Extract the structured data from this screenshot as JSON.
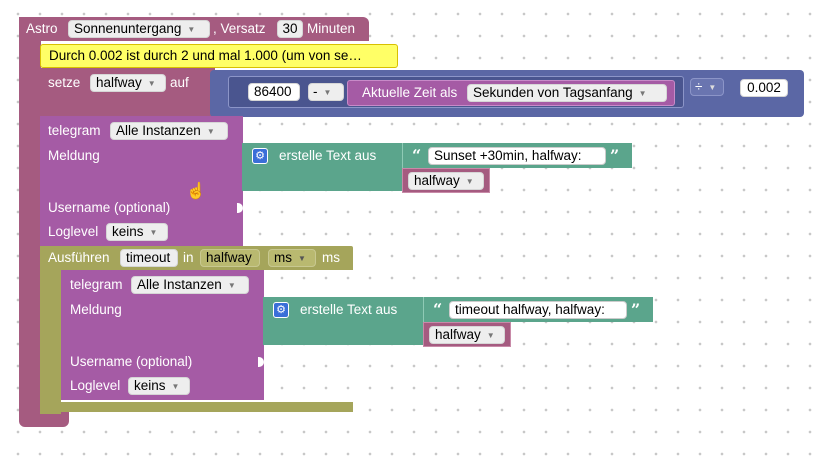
{
  "astro": {
    "label": "Astro",
    "event": "Sonnenuntergang",
    "offset_label": ", Versatz",
    "offset_value": "30",
    "unit": "Minuten"
  },
  "comment": {
    "text": "Durch 0.002 ist durch 2 und mal 1.000 (um von se…"
  },
  "set_block": {
    "label": "setze",
    "variable": "halfway",
    "to_label": "auf",
    "number": "86400",
    "minus_op": "-",
    "time_label": "Aktuelle Zeit als",
    "time_mode": "Sekunden von Tagsanfang",
    "divide_op": "÷",
    "divisor": "0.002"
  },
  "telegram1": {
    "label": "telegram",
    "instance": "Alle Instanzen",
    "message_label": "Meldung",
    "text_join_label": "erstelle Text aus",
    "text_value": "Sunset +30min, halfway:",
    "variable": "halfway",
    "username_label": "Username (optional)",
    "loglevel_label": "Loglevel",
    "loglevel_value": "keins"
  },
  "timeout": {
    "label": "Ausführen",
    "name": "timeout",
    "in_label": "in",
    "delay_var": "halfway",
    "unit_dropdown": "ms",
    "unit_label": "ms"
  },
  "telegram2": {
    "label": "telegram",
    "instance": "Alle Instanzen",
    "message_label": "Meldung",
    "text_join_label": "erstelle Text aus",
    "text_value": "timeout halfway, halfway:",
    "variable": "halfway",
    "username_label": "Username (optional)",
    "loglevel_label": "Loglevel",
    "loglevel_value": "keins"
  },
  "colors": {
    "astro": "#a55b80",
    "set": "#a55b80",
    "math": "#5b67a5",
    "math_dark": "#4a558f",
    "telegram": "#a55ba5",
    "text": "#5ba58c",
    "timeout": "#a5a55b",
    "comment": "#ffff66"
  }
}
